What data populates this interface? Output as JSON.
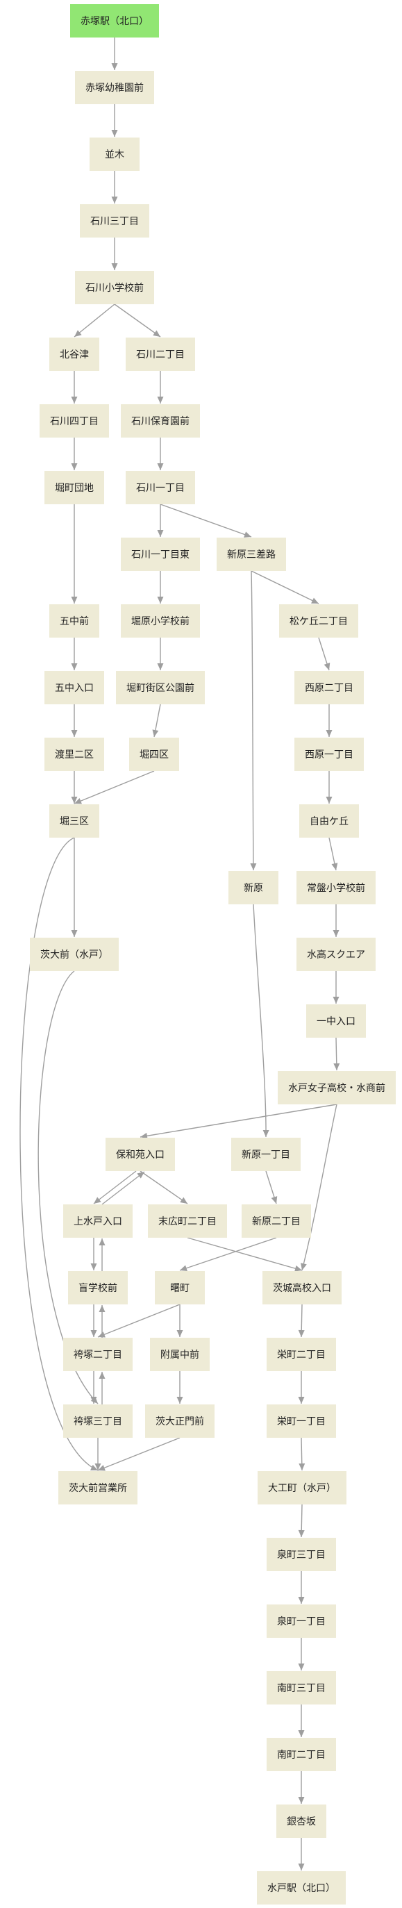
{
  "colors": {
    "node_fill": "#eeebd6",
    "start_fill": "#91e673",
    "edge": "#9e9e9e",
    "text": "#222222"
  },
  "nodes": [
    {
      "id": "n0",
      "label": "赤塚駅（北口）",
      "start": true
    },
    {
      "id": "n1",
      "label": "赤塚幼稚園前"
    },
    {
      "id": "n2",
      "label": "並木"
    },
    {
      "id": "n3",
      "label": "石川三丁目"
    },
    {
      "id": "n4",
      "label": "石川小学校前"
    },
    {
      "id": "n5",
      "label": "北谷津"
    },
    {
      "id": "n6",
      "label": "石川二丁目"
    },
    {
      "id": "n7",
      "label": "石川四丁目"
    },
    {
      "id": "n8",
      "label": "石川保育園前"
    },
    {
      "id": "n9",
      "label": "堀町団地"
    },
    {
      "id": "n10",
      "label": "石川一丁目"
    },
    {
      "id": "n11",
      "label": "石川一丁目東"
    },
    {
      "id": "n12",
      "label": "新原三差路"
    },
    {
      "id": "n13",
      "label": "五中前"
    },
    {
      "id": "n14",
      "label": "堀原小学校前"
    },
    {
      "id": "n15",
      "label": "松ケ丘二丁目"
    },
    {
      "id": "n16",
      "label": "五中入口"
    },
    {
      "id": "n17",
      "label": "堀町街区公園前"
    },
    {
      "id": "n18",
      "label": "西原二丁目"
    },
    {
      "id": "n19",
      "label": "渡里二区"
    },
    {
      "id": "n20",
      "label": "堀四区"
    },
    {
      "id": "n21",
      "label": "西原一丁目"
    },
    {
      "id": "n22",
      "label": "堀三区"
    },
    {
      "id": "n23",
      "label": "自由ケ丘"
    },
    {
      "id": "n24",
      "label": "新原"
    },
    {
      "id": "n25",
      "label": "常盤小学校前"
    },
    {
      "id": "n26",
      "label": "茨大前（水戸）"
    },
    {
      "id": "n27",
      "label": "水高スクエア"
    },
    {
      "id": "n28",
      "label": "一中入口"
    },
    {
      "id": "n29",
      "label": "水戸女子高校・水商前"
    },
    {
      "id": "n30",
      "label": "保和苑入口"
    },
    {
      "id": "n31",
      "label": "新原一丁目"
    },
    {
      "id": "n32",
      "label": "上水戸入口"
    },
    {
      "id": "n33",
      "label": "末広町二丁目"
    },
    {
      "id": "n34",
      "label": "新原二丁目"
    },
    {
      "id": "n35",
      "label": "盲学校前"
    },
    {
      "id": "n36",
      "label": "曙町"
    },
    {
      "id": "n37",
      "label": "茨城高校入口"
    },
    {
      "id": "n38",
      "label": "袴塚二丁目"
    },
    {
      "id": "n39",
      "label": "附属中前"
    },
    {
      "id": "n40",
      "label": "栄町二丁目"
    },
    {
      "id": "n41",
      "label": "袴塚三丁目"
    },
    {
      "id": "n42",
      "label": "茨大正門前"
    },
    {
      "id": "n43",
      "label": "栄町一丁目"
    },
    {
      "id": "n44",
      "label": "茨大前営業所"
    },
    {
      "id": "n45",
      "label": "大工町（水戸）"
    },
    {
      "id": "n46",
      "label": "泉町三丁目"
    },
    {
      "id": "n47",
      "label": "泉町一丁目"
    },
    {
      "id": "n48",
      "label": "南町三丁目"
    },
    {
      "id": "n49",
      "label": "南町二丁目"
    },
    {
      "id": "n50",
      "label": "銀杏坂"
    },
    {
      "id": "n51",
      "label": "水戸駅（北口）"
    }
  ],
  "edges": [
    [
      "n0",
      "n1"
    ],
    [
      "n1",
      "n2"
    ],
    [
      "n2",
      "n3"
    ],
    [
      "n3",
      "n4"
    ],
    [
      "n4",
      "n5"
    ],
    [
      "n4",
      "n6"
    ],
    [
      "n5",
      "n7"
    ],
    [
      "n6",
      "n8"
    ],
    [
      "n7",
      "n9"
    ],
    [
      "n8",
      "n10"
    ],
    [
      "n9",
      "n13"
    ],
    [
      "n10",
      "n11"
    ],
    [
      "n10",
      "n12"
    ],
    [
      "n11",
      "n14"
    ],
    [
      "n14",
      "n17"
    ],
    [
      "n17",
      "n20"
    ],
    [
      "n13",
      "n16"
    ],
    [
      "n16",
      "n19"
    ],
    [
      "n19",
      "n22"
    ],
    [
      "n20",
      "n22"
    ],
    [
      "n12",
      "n15"
    ],
    [
      "n12",
      "n24"
    ],
    [
      "n15",
      "n18"
    ],
    [
      "n18",
      "n21"
    ],
    [
      "n21",
      "n23"
    ],
    [
      "n23",
      "n25"
    ],
    [
      "n25",
      "n27"
    ],
    [
      "n27",
      "n28"
    ],
    [
      "n28",
      "n29"
    ],
    [
      "n22",
      "n26"
    ],
    [
      "n22",
      "n44"
    ],
    [
      "n26",
      "n41"
    ],
    [
      "n29",
      "n30"
    ],
    [
      "n29",
      "n37"
    ],
    [
      "n24",
      "n31"
    ],
    [
      "n31",
      "n34"
    ],
    [
      "n30",
      "n32"
    ],
    [
      "n32",
      "n30"
    ],
    [
      "n30",
      "n33"
    ],
    [
      "n33",
      "n37"
    ],
    [
      "n34",
      "n36"
    ],
    [
      "n32",
      "n35"
    ],
    [
      "n35",
      "n32"
    ],
    [
      "n35",
      "n38"
    ],
    [
      "n38",
      "n35"
    ],
    [
      "n36",
      "n38"
    ],
    [
      "n36",
      "n39"
    ],
    [
      "n38",
      "n41"
    ],
    [
      "n41",
      "n38"
    ],
    [
      "n39",
      "n42"
    ],
    [
      "n41",
      "n44"
    ],
    [
      "n42",
      "n44"
    ],
    [
      "n37",
      "n40"
    ],
    [
      "n40",
      "n43"
    ],
    [
      "n43",
      "n45"
    ],
    [
      "n45",
      "n46"
    ],
    [
      "n46",
      "n47"
    ],
    [
      "n47",
      "n48"
    ],
    [
      "n48",
      "n49"
    ],
    [
      "n49",
      "n50"
    ],
    [
      "n50",
      "n51"
    ]
  ]
}
